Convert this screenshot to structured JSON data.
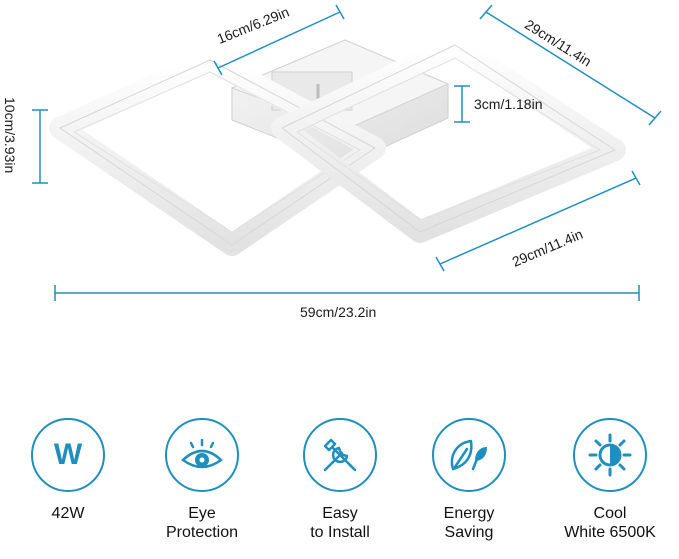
{
  "dimensions": {
    "small_width": "16cm/6.29in",
    "large_width_top": "29cm/11.4in",
    "large_width_bottom": "29cm/11.4in",
    "height": "10cm/3.93in",
    "thickness": "3cm/1.18in",
    "total_length": "59cm/23.2in"
  },
  "colors": {
    "accent": "#1f8fbf",
    "frame_fill": "#f4f4f4",
    "frame_stroke": "#d8d8d8"
  },
  "features": [
    {
      "icon": "watt-w-icon",
      "lines": [
        "42W"
      ]
    },
    {
      "icon": "eye-icon",
      "lines": [
        "Eye",
        "Protection"
      ]
    },
    {
      "icon": "tools-icon",
      "lines": [
        "Easy",
        "to Install"
      ]
    },
    {
      "icon": "leaves-icon",
      "lines": [
        "Energy",
        "Saving"
      ]
    },
    {
      "icon": "sun-icon",
      "lines": [
        "Cool",
        "White 6500K"
      ]
    }
  ],
  "watt_symbol": "W"
}
